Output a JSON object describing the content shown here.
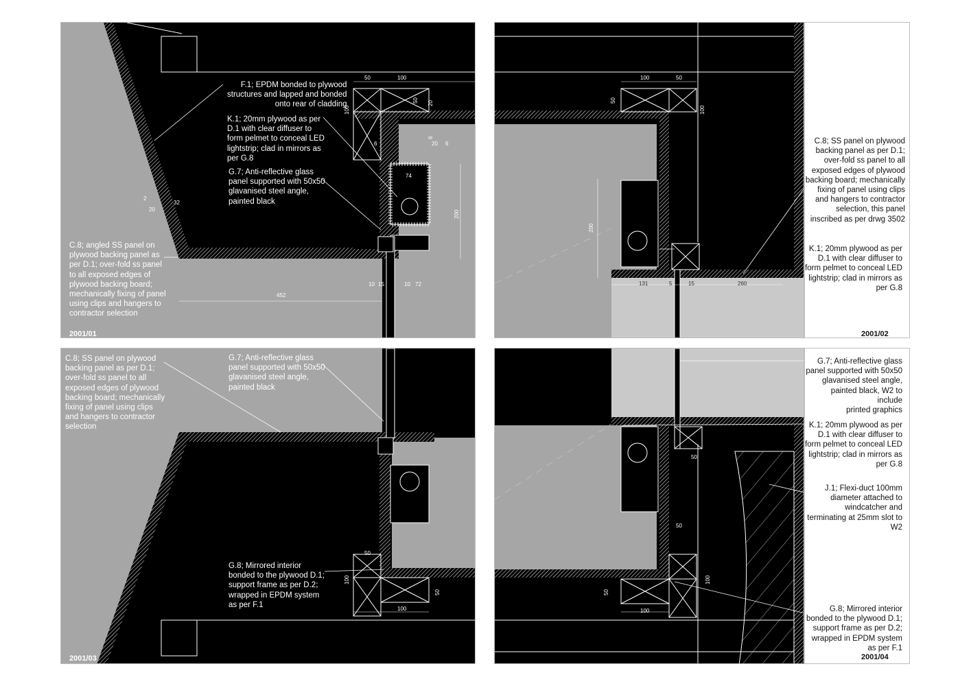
{
  "details": [
    {
      "code": "2001/01",
      "notes": {
        "f1": "F.1; EPDM bonded to plywood\nstructures and lapped and bonded\nonto rear of cladding",
        "k1": "K.1; 20mm plywood as per\nD.1 with clear diffuser to\nform pelmet to conceal LED\nlightstrip; clad in mirrors as\nper G.8",
        "g7": "G.7; Anti-reflective glass\npanel supported with 50x50\nglavanised steel angle,\npainted black",
        "c8": "C.8; angled SS panel on\nplywood backing panel as\nper D.1; over-fold ss panel\nto all exposed edges of\nplywood backing board;\nmechanically fixing of panel\nusing clips and hangers to\ncontractor selection"
      },
      "dims": [
        "50",
        "100",
        "100",
        "50",
        "20",
        "6",
        "6",
        "20",
        "6",
        "74",
        "200",
        "2",
        "20",
        "32",
        "10",
        "15",
        "10",
        "72",
        "452"
      ]
    },
    {
      "code": "2001/02",
      "notes": {
        "c8": "C.8; SS panel on plywood\nbacking panel as per D.1;\nover-fold ss panel to all\nexposed edges of plywood\nbacking board; mechanically\nfixing of panel using clips\nand hangers to contractor\nselection, this panel\ninscribed as per drwg 3502",
        "k1": "K.1; 20mm plywood as per\nD.1 with clear diffuser to\nform pelmet to conceal LED\nlightstrip; clad in mirrors as\nper G.8"
      },
      "dims": [
        "100",
        "50",
        "50",
        "100",
        "200",
        "131",
        "5",
        "15",
        "260"
      ]
    },
    {
      "code": "2001/03",
      "notes": {
        "c8": "C.8; SS panel on plywood\nbacking panel as per D.1;\nover-fold ss panel to all\nexposed edges of plywood\nbacking board; mechanically\nfixing of panel using clips\nand hangers to contractor\nselection",
        "g7": "G.7; Anti-reflective glass\npanel supported with 50x50\nglavanised steel angle,\npainted black",
        "g8": "G.8; Mirrored interior\nbonded to the plywood D.1;\nsupport frame as per D.2;\nwrapped in EPDM system\nas per F.1"
      },
      "dims": [
        "50",
        "100",
        "50",
        "100"
      ]
    },
    {
      "code": "2001/04",
      "notes": {
        "g7": "G.7; Anti-reflective glass\npanel supported with 50x50\nglavanised steel angle,\npainted black, W2 to include\nprinted graphics",
        "k1": "K.1; 20mm plywood as per\nD.1 with clear diffuser to\nform pelmet to conceal LED\nlightstrip; clad in mirrors as\nper G.8",
        "j1": "J.1; Flexi-duct 100mm\ndiameter attached to\nwindcatcher and\nterminating at 25mm slot to\nW2",
        "g8": "G.8; Mirrored interior\nbonded to the plywood D.1;\nsupport frame as per D.2;\nwrapped in EPDM system\nas per F.1"
      },
      "dims": [
        "50",
        "50",
        "100",
        "50",
        "100"
      ]
    }
  ],
  "colors": {
    "background": "#000000",
    "fill_grey": "#a6a6a6",
    "light_grey": "#c9c9c9",
    "line": "#ffffff"
  }
}
